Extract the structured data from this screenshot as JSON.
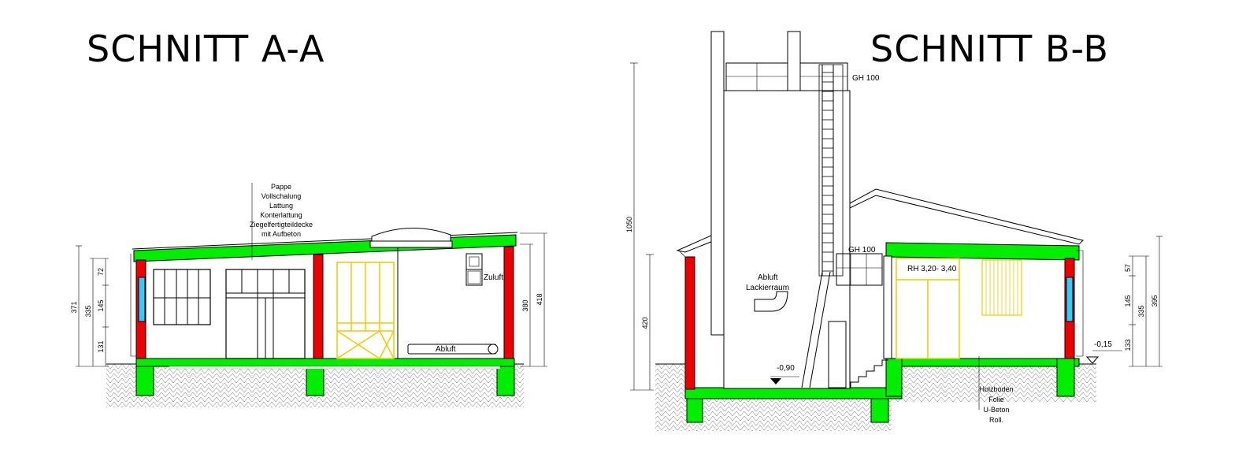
{
  "section_a": {
    "title": "SCHNITT A-A",
    "roof_layers": [
      "Pappe",
      "Vollschalung",
      "Lattung",
      "Konterlattung",
      "Ziegelfertigteildecke",
      "mit Aufbeton"
    ],
    "label_zuluft": "Zuluft",
    "label_abluft": "Abluft",
    "dims_left": [
      "371",
      "335",
      "72",
      "145",
      "131"
    ],
    "dims_right": [
      "380",
      "418"
    ]
  },
  "section_b": {
    "title": "SCHNITT B-B",
    "label_gh_top": "GH 100",
    "label_gh_mid": "GH 100",
    "label_abluft": "Abluft",
    "label_lackierraum": "Lackierraum",
    "label_room_height": "RH 3,20- 3,40",
    "level_low": "-0,90",
    "level_right": "-0,15",
    "floor_layers": [
      "Holzboden",
      "Folie",
      "U-Beton",
      "Roll."
    ],
    "dims_left": [
      "1050",
      "420"
    ],
    "dims_right": [
      "57",
      "145",
      "133",
      "335",
      "395"
    ]
  },
  "colors": {
    "slab_green": "#00ee00",
    "wall_red": "#ee0000",
    "window_blue": "#33ccff",
    "door_yellow": "#eecc00"
  }
}
